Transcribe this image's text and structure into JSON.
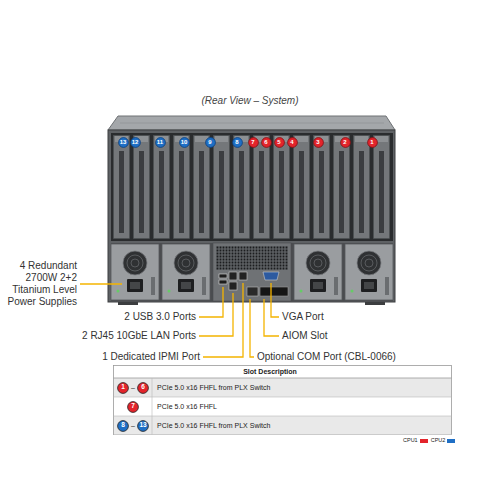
{
  "diagram": {
    "title": "(Rear View – System)",
    "nodes": [
      {
        "text": [
          "13"
        ]
      },
      {
        "text": [
          "12"
        ]
      },
      {
        "text": [
          "11"
        ]
      },
      {
        "text": [
          "10"
        ]
      },
      {
        "text": [
          "9"
        ]
      },
      {
        "text": [
          "8"
        ]
      },
      {
        "text": [
          "7"
        ]
      },
      {
        "text": [
          "6"
        ]
      },
      {
        "text": [
          "5"
        ]
      },
      {
        "text": [
          "4"
        ]
      },
      {
        "text": [
          "3"
        ]
      },
      {
        "text": [
          "2"
        ]
      },
      {
        "text": [
          "1"
        ]
      },
      {
        "text": [
          "1"
        ]
      },
      {
        "text": [
          "6"
        ]
      },
      {
        "text": [
          "7"
        ]
      },
      {
        "text": [
          "8"
        ]
      },
      {
        "text": [
          "13"
        ]
      }
    ],
    "labels": [
      "4 Redundant 2700W 2+2 Titanium Level Power Supplies",
      "2 USB 3.0 Ports",
      "VGA Port",
      "2 RJ45 10GbE LAN Ports",
      "AIOM Slot",
      "1 Dedicated IPMI Port",
      "Optional COM Port (CBL-0066)",
      "Slot Description",
      "–",
      "PCIe 5.0 x16 FHFL from PLX Switch",
      "PCIe 5.0 x16 FHFL",
      "–",
      "PCIe 5.0 x16 FHFL from PLX Switch"
    ],
    "legend": [
      {
        "text": "CPU1",
        "color": "#e3242b"
      },
      {
        "text": "CPU2",
        "color": "#1f6fc5"
      }
    ]
  }
}
